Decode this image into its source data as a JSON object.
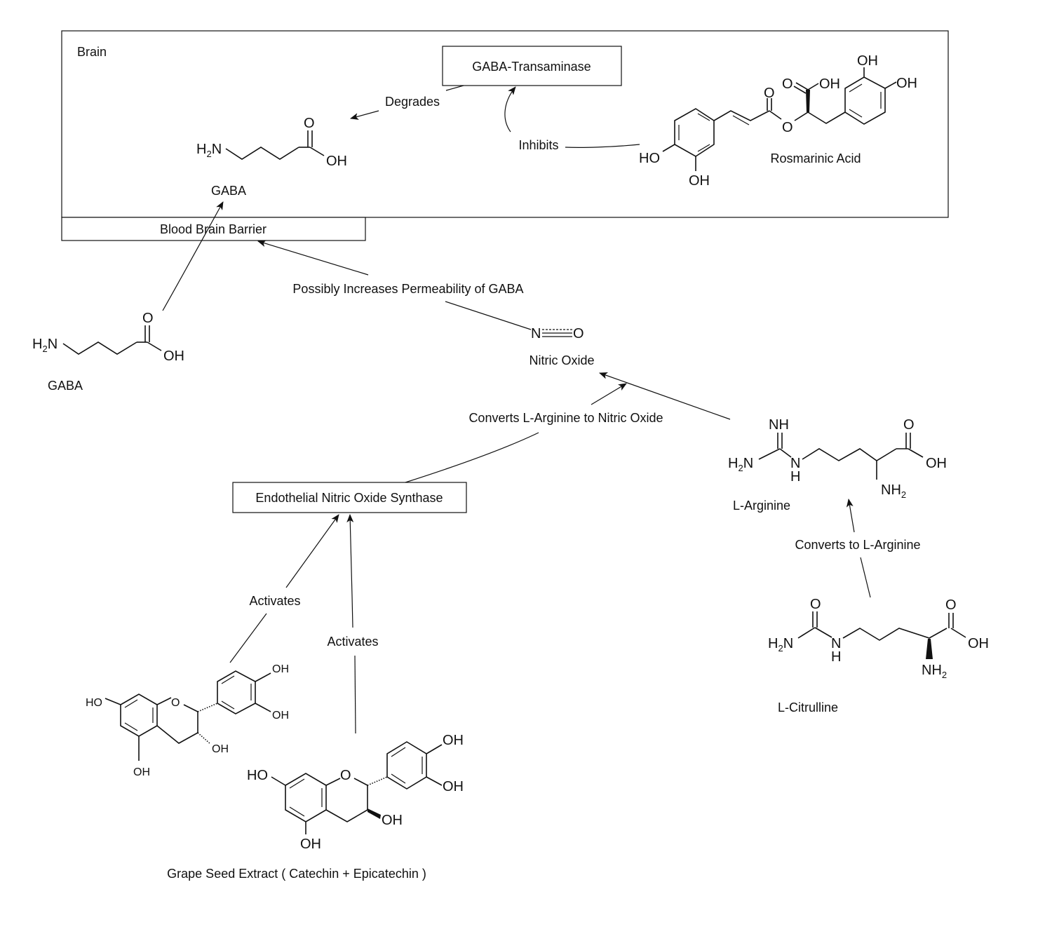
{
  "diagram": {
    "containers": {
      "brain": "Brain",
      "bbb": "Blood Brain Barrier"
    },
    "nodes": {
      "gaba_transaminase": "GABA-Transaminase",
      "enos": "Endothelial Nitric Oxide Synthase"
    },
    "molecules": {
      "gaba_brain": {
        "name": "GABA",
        "atoms": {
          "amine": "H",
          "amine_sub": "2",
          "amine_n": "N",
          "carbonyl_o": "O",
          "hydroxyl": "OH"
        }
      },
      "gaba_blood": {
        "name": "GABA",
        "atoms": {
          "amine": "H",
          "amine_sub": "2",
          "amine_n": "N",
          "carbonyl_o": "O",
          "hydroxyl": "OH"
        }
      },
      "rosmarinic_acid": {
        "name": "Rosmarinic Acid",
        "atoms": {
          "ho_left": "HO",
          "oh_bottom": "OH",
          "ester_carbonyl_o": "O",
          "ester_o": "O",
          "acid_carbonyl_o": "O",
          "acid_oh": "OH",
          "oh_top": "OH",
          "oh_right": "OH"
        }
      },
      "nitric_oxide": {
        "name": "Nitric Oxide",
        "atoms": {
          "n": "N",
          "o": "O"
        }
      },
      "l_arginine": {
        "name": "L-Arginine",
        "atoms": {
          "imine": "NH",
          "amine_h": "H",
          "amine_sub": "2",
          "amine_n": "N",
          "nh_n": "N",
          "nh_h": "H",
          "carbonyl_o": "O",
          "hydroxyl": "OH",
          "alpha_nh": "NH",
          "alpha_sub": "2"
        }
      },
      "l_citrulline": {
        "name": "L-Citrulline",
        "atoms": {
          "urea_o": "O",
          "amine_h": "H",
          "amine_sub": "2",
          "amine_n": "N",
          "nh_n": "N",
          "nh_h": "H",
          "carbonyl_o": "O",
          "hydroxyl": "OH",
          "alpha_nh": "NH",
          "alpha_sub": "2"
        }
      },
      "catechin": {
        "atoms": {
          "ho_7": "HO",
          "ring_o": "O",
          "oh_5": "OH",
          "oh_3": "OH",
          "oh_3p": "OH",
          "oh_4p": "OH"
        }
      },
      "epicatechin": {
        "atoms": {
          "ho_7": "HO",
          "ring_o": "O",
          "oh_5": "OH",
          "oh_3": "OH",
          "oh_3p": "OH",
          "oh_4p": "OH"
        }
      },
      "grape_seed_extract": {
        "name": "Grape Seed Extract ( Catechin + Epicatechin )"
      }
    },
    "edges": {
      "degrades": "Degrades",
      "inhibits": "Inhibits",
      "permeability": "Possibly Increases Permeability of GABA",
      "converts_arg_no": "Converts L-Arginine to Nitric Oxide",
      "converts_to_arg": "Converts to L-Arginine",
      "activates_1": "Activates",
      "activates_2": "Activates"
    }
  }
}
